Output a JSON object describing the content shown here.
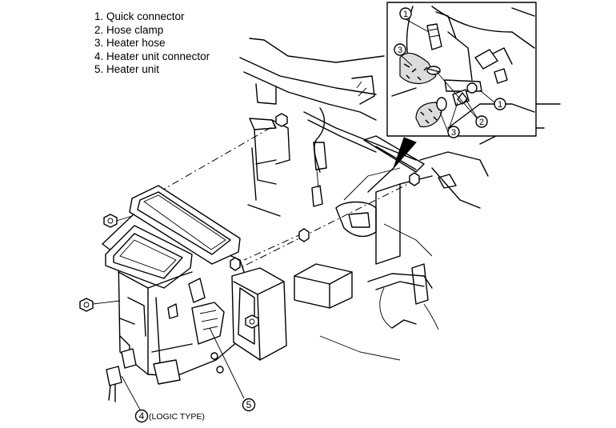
{
  "legend": [
    {
      "num": "1.",
      "label": "Quick connector"
    },
    {
      "num": "2.",
      "label": "Hose clamp"
    },
    {
      "num": "3.",
      "label": "Heater hose"
    },
    {
      "num": "4.",
      "label": "Heater unit connector"
    },
    {
      "num": "5.",
      "label": "Heater unit"
    }
  ],
  "callouts": {
    "c1": "1",
    "c2": "2",
    "c3": "3",
    "c4": "4",
    "c5": "5"
  },
  "connector_note": "(LOGIC TYPE)"
}
